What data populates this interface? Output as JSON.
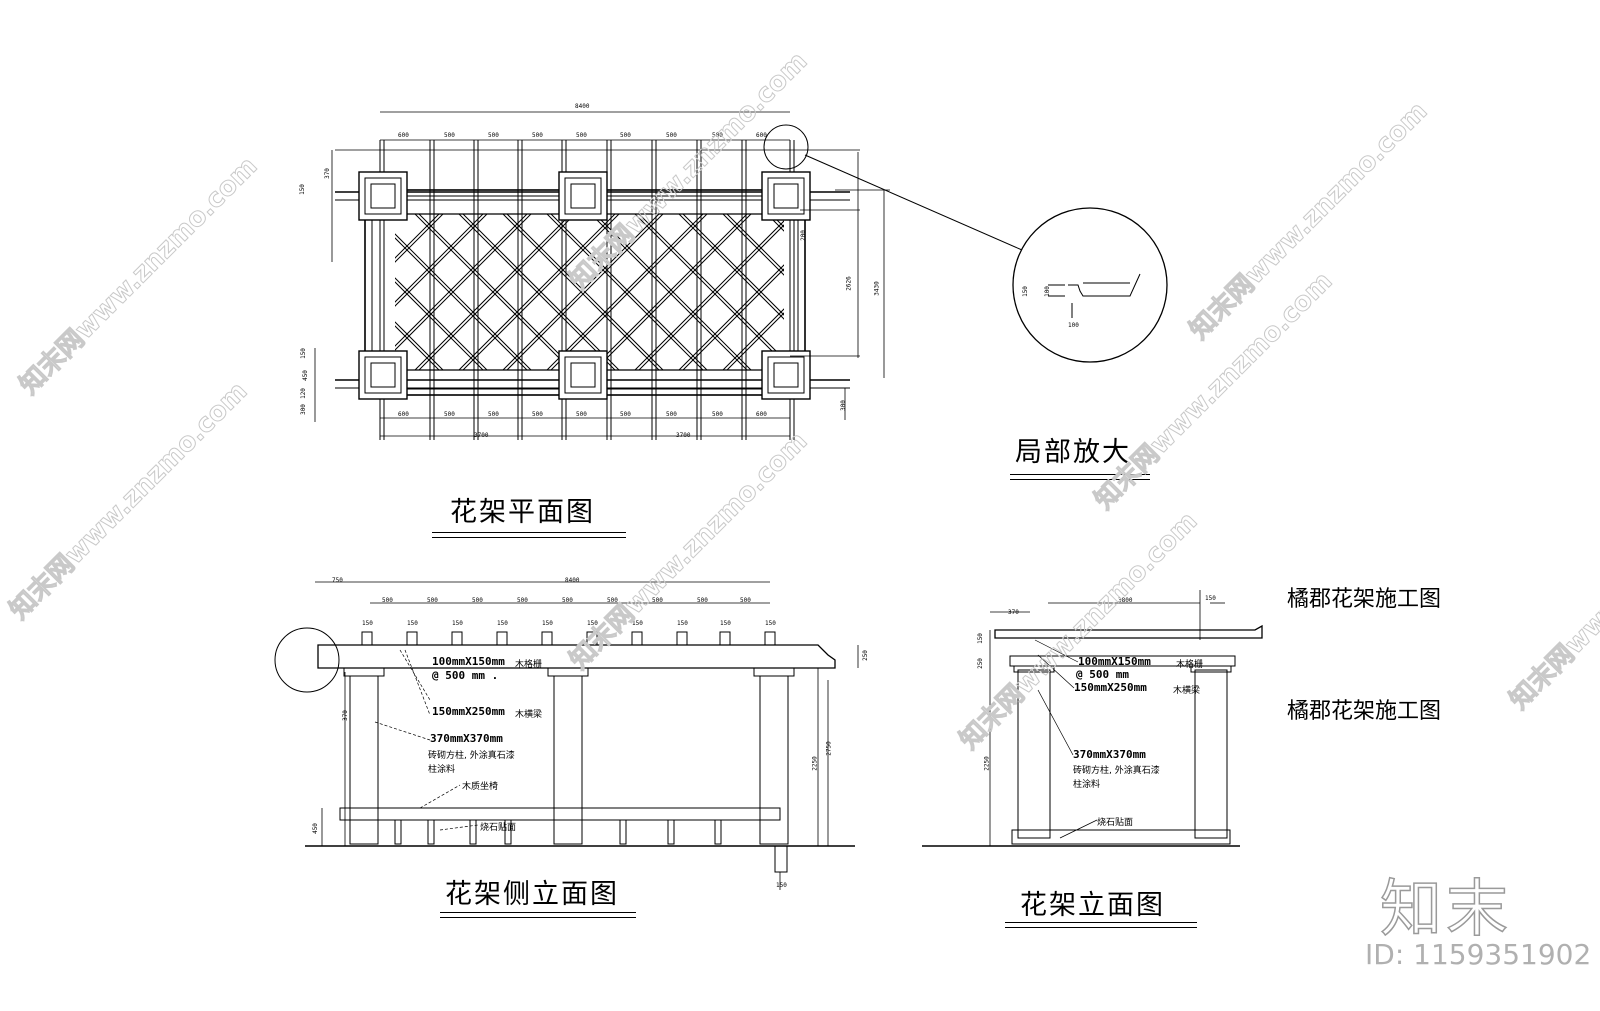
{
  "titles": {
    "plan": "花架平面图",
    "detail": "局部放大",
    "side_elevation": "花架侧立面图",
    "front_elevation": "花架立面图"
  },
  "side_labels": [
    "橘郡花架施工图",
    "橘郡花架施工图"
  ],
  "annotations": {
    "side": {
      "beam_small": "100mmX150mm",
      "beam_small_note": "木格栅",
      "spacing": "@ 500 mm .",
      "beam_large": "150mmX250mm",
      "beam_large_note": "木横梁",
      "column": "370mmX370mm",
      "column_note1": "砖砌方柱, 外涂真石漆",
      "column_note2": "柱涂料",
      "bench": "木质坐椅",
      "base": "烧石贴面"
    },
    "front": {
      "beam_small": "100mmX150mm",
      "beam_small_note": "木格栅",
      "spacing": "@ 500 mm",
      "beam_large": "150mmX250mm",
      "beam_large_note": "木横梁",
      "column": "370mmX370mm",
      "column_note1": "砖砌方柱, 外涂真石漆",
      "column_note2": "柱涂料",
      "base": "烧石贴面"
    }
  },
  "dims": {
    "plan_top_total": "8400",
    "plan_top": [
      "600",
      "500",
      "500",
      "500",
      "500",
      "500",
      "500",
      "500",
      "600"
    ],
    "plan_bottom": [
      "600",
      "500",
      "500",
      "500",
      "500",
      "500",
      "500",
      "500",
      "600"
    ],
    "plan_bottom_halves": [
      "3700",
      "3700"
    ],
    "plan_right": [
      "200",
      "2626",
      "3430",
      "300"
    ],
    "plan_left": [
      "150",
      "370",
      "150",
      "450",
      "120",
      "300"
    ],
    "detail": [
      "150",
      "100",
      "100"
    ],
    "side_top_total": "8400",
    "side_top_left": "750",
    "side_spacing": [
      "500",
      "500",
      "500",
      "500",
      "500",
      "500",
      "500",
      "500",
      "500"
    ],
    "side_beam_sizes": [
      "150",
      "150",
      "150",
      "150",
      "150",
      "150",
      "150",
      "150",
      "150",
      "150"
    ],
    "side_right": [
      "250",
      "2750",
      "2250"
    ],
    "side_left": [
      "370",
      "450"
    ],
    "side_bottom": "150",
    "front_top": "3800",
    "front_left_top": "370",
    "front_right_top": "150",
    "front_left": [
      "150",
      "250",
      "2250"
    ]
  },
  "watermarks": [
    "知末网www.znzmo.com",
    "知末网www.znzmo.com",
    "知末网www.znzmo.com",
    "知末网www.znzmo.com",
    "知末网www.znzmo.com",
    "知末网www.znzmo.com",
    "知末网www.znzmo.com",
    "知末网www.znzmo.com"
  ],
  "logo": "知末",
  "image_id": "ID: 1159351902"
}
